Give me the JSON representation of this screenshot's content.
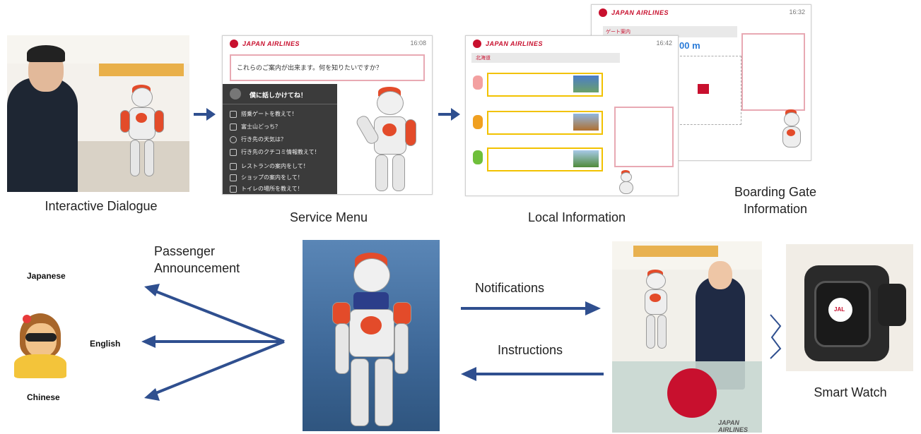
{
  "captions": {
    "interactive": "Interactive Dialogue",
    "service": "Service Menu",
    "local": "Local Information",
    "boarding": "Boarding Gate Information",
    "smartwatch": "Smart Watch",
    "announcement": "Passenger Announcement",
    "notifications": "Notifications",
    "instructions": "Instructions"
  },
  "languages": {
    "japanese": "Japanese",
    "english": "English",
    "chinese": "Chinese"
  },
  "service_screen": {
    "brand": "JAPAN AIRLINES",
    "time": "16:08",
    "question": "これらのご案内が出来ます。何を知りたいですか？",
    "menu_title": "僕に話しかけてね！",
    "menu_items": [
      "搭乗ゲートを教えて！",
      "富士山どっち？",
      "行き先の天気は？",
      "行き先のクチコミ情報教えて！",
      "レストランの案内をして！",
      "ショップの案内をして！",
      "トイレの場所を教えて！"
    ]
  },
  "local_screen": {
    "brand": "JAPAN AIRLINES",
    "time": "16:42",
    "section": "北海道"
  },
  "boarding_screen": {
    "brand": "JAPAN AIRLINES",
    "time": "16:32",
    "section": "ゲート案内",
    "distance": "00 m"
  },
  "watch_brand": "JAL",
  "desk_brand": "JAPAN AIRLINES",
  "colors": {
    "arrow": "#2f4f8f",
    "accent": "#c8102e",
    "robot_red": "#e34b2a",
    "bubble_border": "#e8a9b3"
  }
}
